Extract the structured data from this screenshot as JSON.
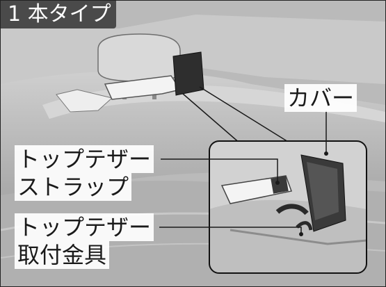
{
  "title": "1 本タイプ",
  "labels": {
    "cover": "カバー",
    "tether_strap_line1": "トップテザー",
    "tether_strap_line2": "ストラップ",
    "anchor_line1": "トップテザー",
    "anchor_line2": "取付金具"
  },
  "colors": {
    "background": "#bdbdbd",
    "title_tab": "#4a4a4a",
    "title_text": "#ffffff",
    "callout_line": "#1a1a1a",
    "inset_border": "#111111"
  }
}
